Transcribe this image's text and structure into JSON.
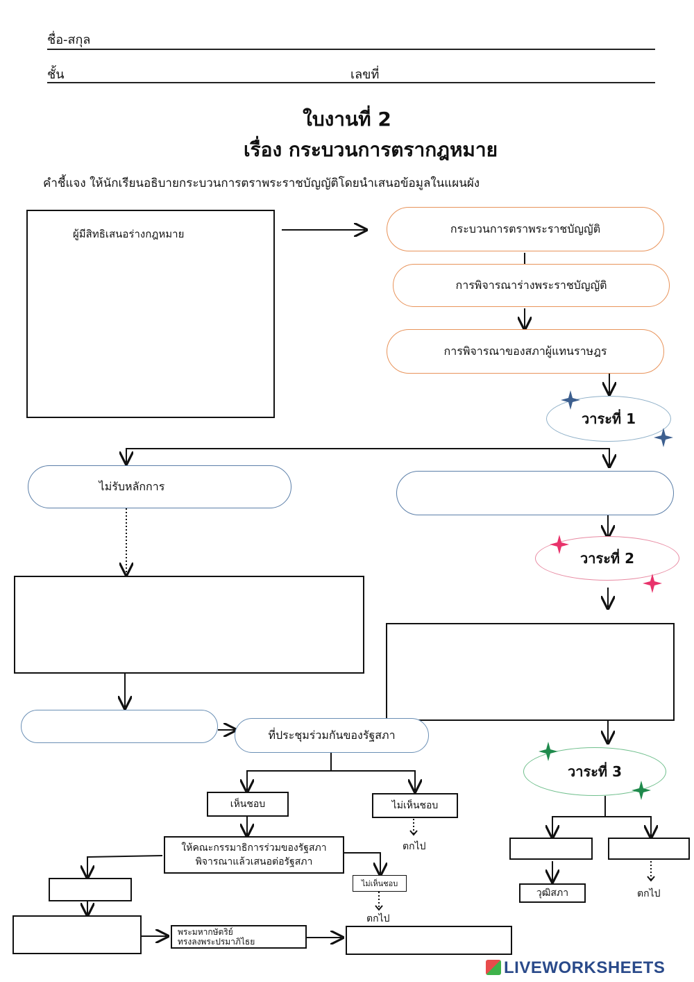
{
  "header": {
    "name_label": "ชื่อ-สกุล",
    "class_label": "ชั้น",
    "number_label": "เลขที่"
  },
  "title": {
    "line1": "ใบงานที่ 2",
    "line2": "เรื่อง กระบวนการตรากฎหมาย"
  },
  "instruction": "คำชี้แจง ให้นักเรียนอธิบายกระบวนการตราพระราชบัญญัติโดยนำเสนอข้อมูลในแผนผัง",
  "flow": {
    "proposer_box_label": "ผู้มีสิทธิเสนอร่างกฎหมาย",
    "step1": "กระบวนการตราพระราชบัญญัติ",
    "step2": "การพิจารณาร่างพระราชบัญญัติ",
    "step3": "การพิจารณาของสภาผู้แทนราษฎร",
    "reading1": "วาระที่ 1",
    "reading2": "วาระที่ 2",
    "reading3": "วาระที่ 3",
    "reject_principle": "ไม่รับหลักการ",
    "joint_meeting": "ที่ประชุมร่วมกันของรัฐสภา",
    "agree": "เห็นชอบ",
    "disagree": "ไม่เห็นชอบ",
    "drop1": "ตกไป",
    "joint_committee_line1": "ให้คณะกรรมาธิการร่วมของรัฐสภา",
    "joint_committee_line2": "พิจารณาแล้วเสนอต่อรัฐสภา",
    "disagree2": "ไม่เห็นชอบ",
    "drop2": "ตกไป",
    "king_line1": "พระมหากษัตริย์",
    "king_line2": "ทรงลงพระปรมาภิไธย",
    "senate": "วุฒิสภา",
    "drop3": "ตกไป"
  },
  "footer": {
    "brand": "LIVEWORKSHEETS"
  },
  "colors": {
    "orange_border": "#e8935a",
    "blue_border": "#5a7ea8",
    "star_blue": "#3d5f8f",
    "star_pink": "#e8336b",
    "star_green": "#1f8a4c",
    "oval_blue": "#8fb0c8",
    "oval_pink": "#e88aa2",
    "oval_green": "#6fbf8c"
  }
}
